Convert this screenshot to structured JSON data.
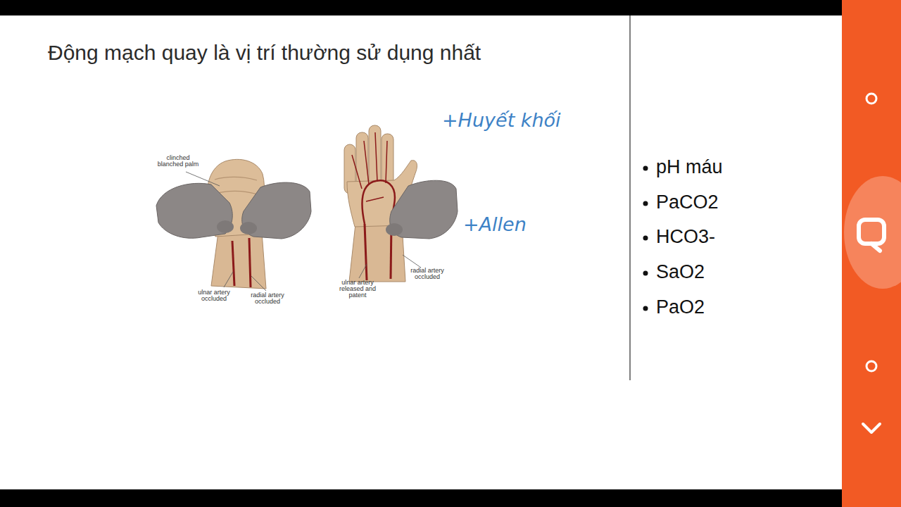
{
  "diagram": {
    "title": "Động mạch quay là vị trí thường sử dụng nhất",
    "labels": [
      "clinched blanched palm",
      "ulnar artery occluded",
      "radial artery occluded",
      "ulnar artery released and patent",
      "radial artery occluded",
      "+Huyết khối",
      "+Allen",
      "pH máu",
      "PaCO2",
      "HCO3-",
      "SaO2",
      "PaO2"
    ]
  }
}
